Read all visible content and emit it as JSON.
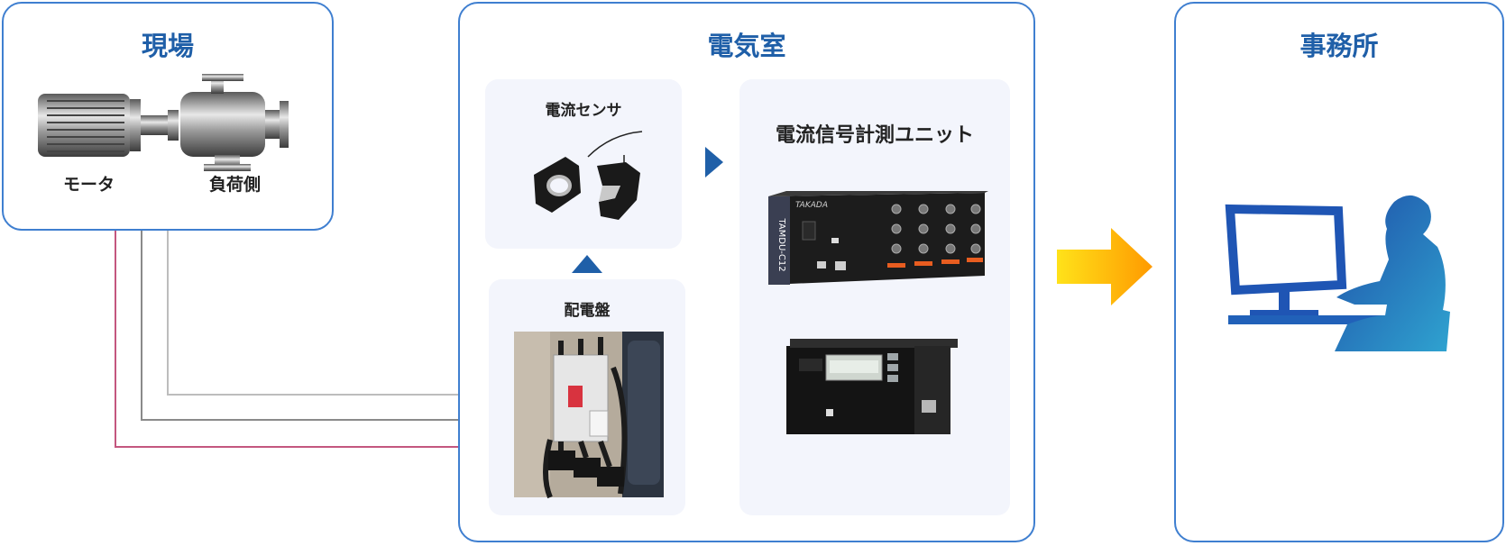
{
  "panels": {
    "site": {
      "title": "現場",
      "motor_label": "モータ",
      "load_label": "負荷側"
    },
    "electrical_room": {
      "title": "電気室",
      "sensor_label": "電流センサ",
      "switchboard_label": "配電盤",
      "unit_label": "電流信号計測ユニット",
      "device_brand": "TAKADA",
      "device_model": "TAMDU-C12"
    },
    "office": {
      "title": "事務所"
    }
  },
  "colors": {
    "panel_border": "#3f7fd0",
    "title_blue": "#1f5fa8",
    "arrow_gradient": [
      "#ffe21a",
      "#ff9a00"
    ],
    "wire_pink": "#c4577f",
    "wire_dark": "#8a8a8a",
    "wire_light": "#bdbdbd"
  },
  "icons": [
    "motor-pump-icon",
    "current-sensor-icon",
    "switchboard-photo",
    "measurement-unit-front",
    "measurement-unit-display",
    "office-pc-user-icon",
    "flow-arrow-icon"
  ]
}
